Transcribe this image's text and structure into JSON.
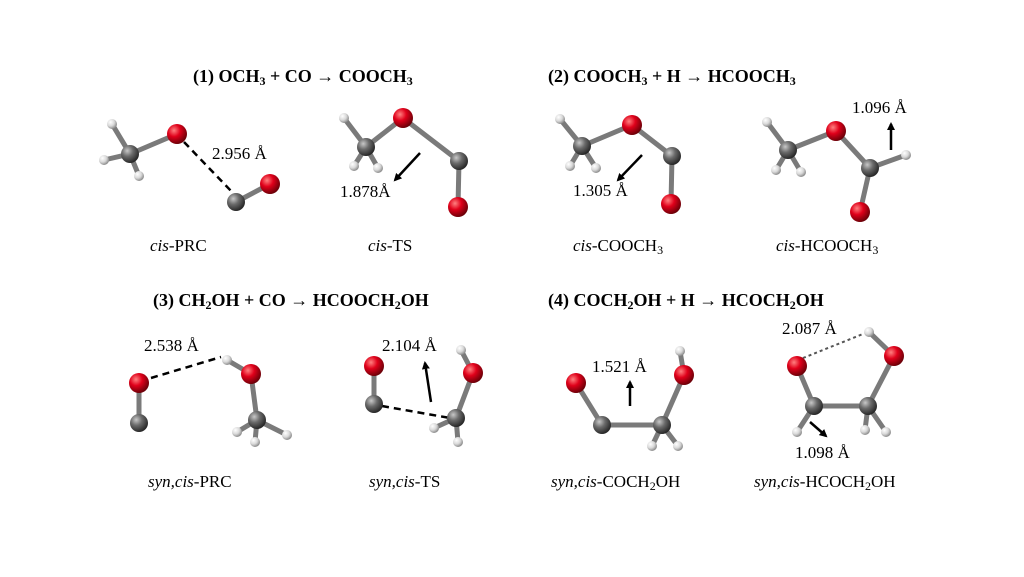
{
  "reactions": [
    {
      "pre": "(1) OCH",
      "s1": "3",
      "mid": " + CO → COOCH",
      "s2": "3",
      "post": ""
    },
    {
      "pre": "(2) COOCH",
      "s1": "3",
      "mid": " + H → HCOOCH",
      "s2": "3",
      "post": ""
    },
    {
      "pre": "(3) CH",
      "s1": "2",
      "mid": "OH + CO → HCOOCH",
      "s2": "2",
      "post": "OH"
    },
    {
      "pre": "(4) COCH",
      "s1": "2",
      "mid": "OH + H → HCOCH",
      "s2": "2",
      "post": "OH"
    }
  ],
  "labels": {
    "l1": {
      "it": "cis",
      "rest": "-PRC",
      "sub": "",
      "post": ""
    },
    "l2": {
      "it": "cis",
      "rest": "-TS",
      "sub": "",
      "post": ""
    },
    "l3": {
      "it": "cis",
      "rest": "-COOCH",
      "sub": "3",
      "post": ""
    },
    "l4": {
      "it": "cis",
      "rest": "-HCOOCH",
      "sub": "3",
      "post": ""
    },
    "l5": {
      "it": "syn,cis",
      "rest": "-PRC",
      "sub": "",
      "post": ""
    },
    "l6": {
      "it": "syn,cis",
      "rest": "-TS",
      "sub": "",
      "post": ""
    },
    "l7": {
      "it": "syn,cis",
      "rest": "-COCH",
      "sub": "2",
      "post": "OH"
    },
    "l8": {
      "it": "syn,cis",
      "rest": "-HCOCH",
      "sub": "2",
      "post": "OH"
    }
  },
  "distances": {
    "d1": "2.956 Å",
    "d2": "1.878Å",
    "d3": "1.305 Å",
    "d4": "1.096 Å",
    "d5": "2.538 Å",
    "d6": "2.104 Å",
    "d7": "1.521 Å",
    "d8": "2.087 Å",
    "d9": "1.098 Å"
  },
  "colors": {
    "oxygen": "#e0001a",
    "carbon": "#6b6b6b",
    "hydrogen": "#d9d9d9",
    "bond": "#7a7a7a"
  }
}
